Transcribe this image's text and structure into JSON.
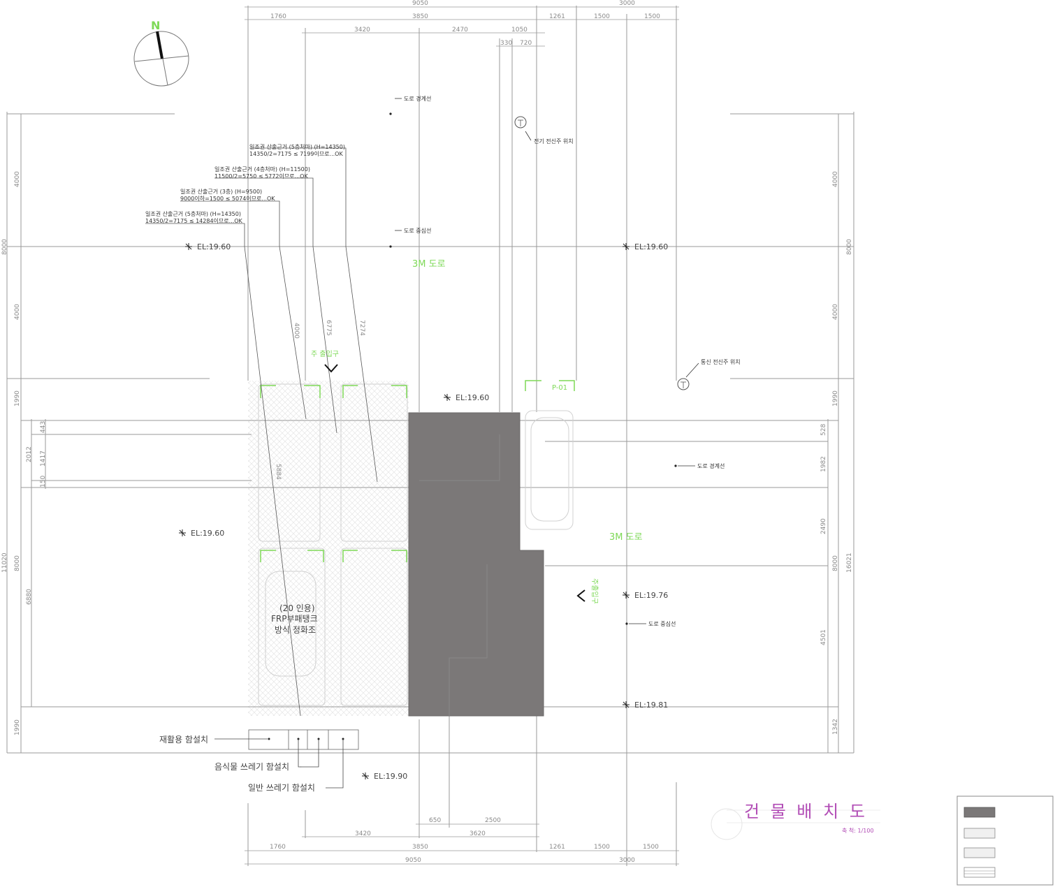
{
  "north_label": "N",
  "top_dims": {
    "total_left": "9050",
    "total_right": "3000",
    "row2": [
      "1760",
      "3850",
      "1261",
      "1500",
      "1500"
    ],
    "row3": [
      "3420",
      "2470",
      "1050"
    ],
    "row4": [
      "330",
      "720"
    ]
  },
  "bottom_dims": {
    "row1": [
      "650",
      "2500"
    ],
    "row2": [
      "3420",
      "3620"
    ],
    "row3": [
      "1760",
      "3850",
      "1261",
      "1500",
      "1500"
    ],
    "total_left": "9050",
    "total_right": "3000"
  },
  "left_dims": [
    "4000",
    "8000",
    "4000",
    "1990",
    "2012",
    "443",
    "1417",
    "150",
    "8000",
    "11020",
    "6880",
    "1990"
  ],
  "right_dims": [
    "4000",
    "8000",
    "4000",
    "1990",
    "528",
    "1982",
    "2490",
    "8000",
    "16021",
    "4501",
    "1342"
  ],
  "notes": {
    "road_boundary_top": "도로 경계선",
    "road_center_top": "도로 중심선",
    "road_boundary_right": "도로 경계선",
    "road_center_right": "도로 중심선",
    "pole_1": "전기 전신주 위치",
    "pole_2": "통신 전신주 위치",
    "sunlight_1": "일조권 산출근거 (5층처마) (H=14350)",
    "sunlight_1b": "14350/2=7175 ≤ 7199이므로...OK",
    "sunlight_2": "일조권 산출근거 (4층처마) (H=11500)",
    "sunlight_2b": "11500/2=5750 ≤ 5772이므로...OK",
    "sunlight_3": "일조권 산출근거 (3층) (H=9500)",
    "sunlight_3b": "9000이하=1500 ≤ 5074이므로...OK",
    "sunlight_4": "일조권 산출근거 (5층처마) (H=14350)",
    "sunlight_4b": "14350/2=7175 ≤ 14284이므로...OK",
    "recycle": "재활용 함설치",
    "food_waste": "음식물 쓰레기 함설치",
    "general_waste": "일반 쓰레기 함설치",
    "septic_1": "(20 인용)",
    "septic_2": "FRP부패탱크",
    "septic_3": "방식 정화조",
    "slope_v1": "4000",
    "slope_v2": "6775",
    "slope_v3": "7274",
    "slope_v4": "5884"
  },
  "elevations": {
    "el1": "EL:19.60",
    "el2": "EL:19.60",
    "el3": "EL:19.60",
    "el4": "EL:19.60",
    "el5": "EL:19.76",
    "el6": "EL:19.81",
    "el7": "EL:19.90"
  },
  "roads": {
    "road_top": "3M 도로",
    "road_right": "3M 도로",
    "entrance_top": "주 출입구",
    "entrance_right": "주출입구",
    "parking_label": "P-01"
  },
  "title": {
    "text": "건 물   배 치 도",
    "scale": "축 척: 1/100"
  },
  "colors": {
    "building": "#7b7878",
    "accent_title": "#b14bb5",
    "green_text": "#7ed957",
    "line": "#666666"
  }
}
